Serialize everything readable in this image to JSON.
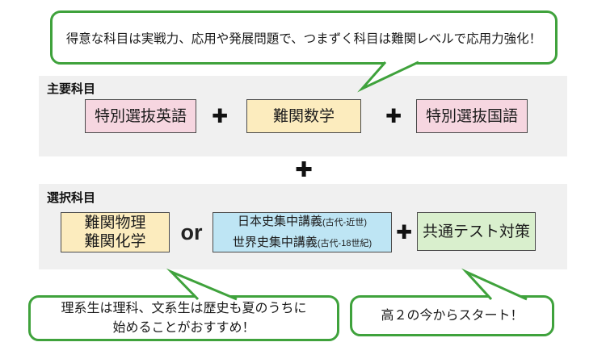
{
  "colors": {
    "accent_green": "#3fa23c",
    "section_background": "#f0f0f0",
    "box_pink": "#f6d6e0",
    "box_yellow": "#fcecbe",
    "box_blue": "#bee5f4",
    "box_green": "#d9efcd",
    "box_border": "#4a4a4a",
    "plus_color": "#111111"
  },
  "top_bubble": {
    "text": "得意な科目は実戦力、応用や発展問題で、つまずく科目は難関レベルで応用力強化！"
  },
  "main_section": {
    "label": "主要科目",
    "boxes": [
      {
        "label": "特別選抜英語"
      },
      {
        "label": "難関数学"
      },
      {
        "label": "特別選抜国語"
      }
    ],
    "plus": "✚"
  },
  "middle_plus": "✚",
  "elective_section": {
    "label": "選択科目",
    "science_box": {
      "lines": [
        "難関物理",
        "難関化学"
      ]
    },
    "or_label": "or",
    "history_box": {
      "line1": {
        "main": "日本史集中講義",
        "note": "(古代-近世)"
      },
      "line2": {
        "main": "世界史集中講義",
        "note": "(古代-18世紀)"
      }
    },
    "plus": "✚",
    "common_test_box": {
      "label": "共通テスト対策"
    }
  },
  "bottom_left_bubble": {
    "lines": [
      "理系生は理科、文系生は歴史も夏のうちに",
      "始めることがおすすめ！"
    ]
  },
  "bottom_right_bubble": {
    "text": "高２の今からスタート！"
  }
}
